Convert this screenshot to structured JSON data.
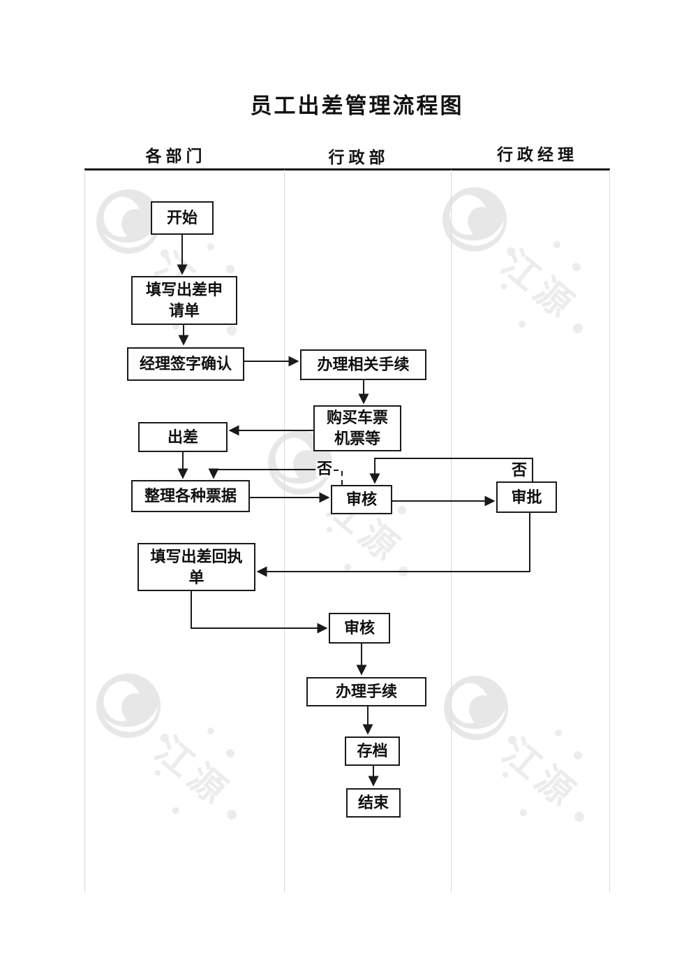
{
  "title": "员工出差管理流程图",
  "lanes": [
    {
      "id": "departments",
      "label": "各部门"
    },
    {
      "id": "admin-dept",
      "label": "行政部"
    },
    {
      "id": "admin-manager",
      "label": "行政经理"
    }
  ],
  "nodes": {
    "start": {
      "label": "开始",
      "lane": "departments"
    },
    "fill_form": {
      "label": "填写出差申\n请单",
      "lane": "departments"
    },
    "manager_sign": {
      "label": "经理签字确认",
      "lane": "departments"
    },
    "procedures": {
      "label": "办理相关手续",
      "lane": "admin-dept"
    },
    "buy_tickets": {
      "label": "购买车票\n机票等",
      "lane": "admin-dept"
    },
    "trip": {
      "label": "出差",
      "lane": "departments"
    },
    "organize": {
      "label": "整理各种票据",
      "lane": "departments"
    },
    "review1": {
      "label": "审核",
      "lane": "admin-dept"
    },
    "approve": {
      "label": "审批",
      "lane": "admin-manager"
    },
    "receipt": {
      "label": "填写出差回执\n单",
      "lane": "departments"
    },
    "review2": {
      "label": "审核",
      "lane": "admin-dept"
    },
    "handle": {
      "label": "办理手续",
      "lane": "admin-dept"
    },
    "archive": {
      "label": "存档",
      "lane": "admin-dept"
    },
    "end": {
      "label": "结束",
      "lane": "admin-dept"
    }
  },
  "edge_labels": {
    "review_no": "否",
    "approve_no": "否"
  },
  "edges": [
    {
      "from": "start",
      "to": "fill_form"
    },
    {
      "from": "fill_form",
      "to": "manager_sign"
    },
    {
      "from": "manager_sign",
      "to": "procedures"
    },
    {
      "from": "procedures",
      "to": "buy_tickets"
    },
    {
      "from": "buy_tickets",
      "to": "trip"
    },
    {
      "from": "trip",
      "to": "organize"
    },
    {
      "from": "organize",
      "to": "review1"
    },
    {
      "from": "review1",
      "to": "approve"
    },
    {
      "from": "review1",
      "to": "organize",
      "label": "否",
      "style": "dashed-start"
    },
    {
      "from": "approve",
      "to": "review1",
      "label": "否"
    },
    {
      "from": "approve",
      "to": "receipt"
    },
    {
      "from": "receipt",
      "to": "review2"
    },
    {
      "from": "review2",
      "to": "handle"
    },
    {
      "from": "handle",
      "to": "archive"
    },
    {
      "from": "archive",
      "to": "end"
    }
  ],
  "watermark": {
    "text": "江源"
  },
  "colors": {
    "ink": "#1a1a1a",
    "lane_border": "#d9d9d9",
    "watermark": "#e9e9e9",
    "background": "#ffffff"
  }
}
